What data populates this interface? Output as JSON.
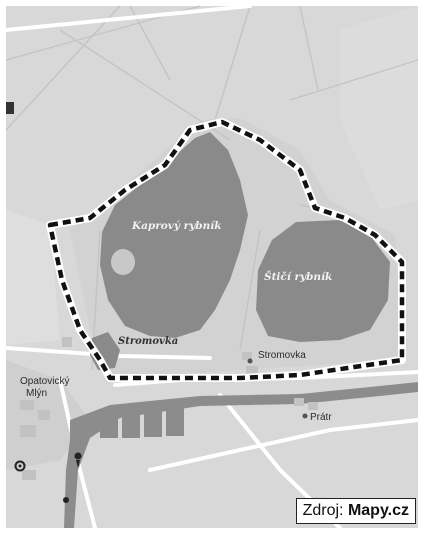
{
  "map": {
    "labels": {
      "lake1": "Kaprový rybník",
      "lake2": "Štičí rybník",
      "stromovka_italic": "Stromovka",
      "stromovka": "Stromovka",
      "opatovicky": "Opatovický",
      "mlyn": "Mlýn",
      "pratr": "Prátr"
    },
    "colors": {
      "land": "#d9d9d9",
      "water": "#8a8a8a",
      "boundary": "#111111",
      "road": "#ffffff"
    }
  },
  "attribution": {
    "prefix": "Zdroj: ",
    "brand": "Mapy.cz"
  }
}
